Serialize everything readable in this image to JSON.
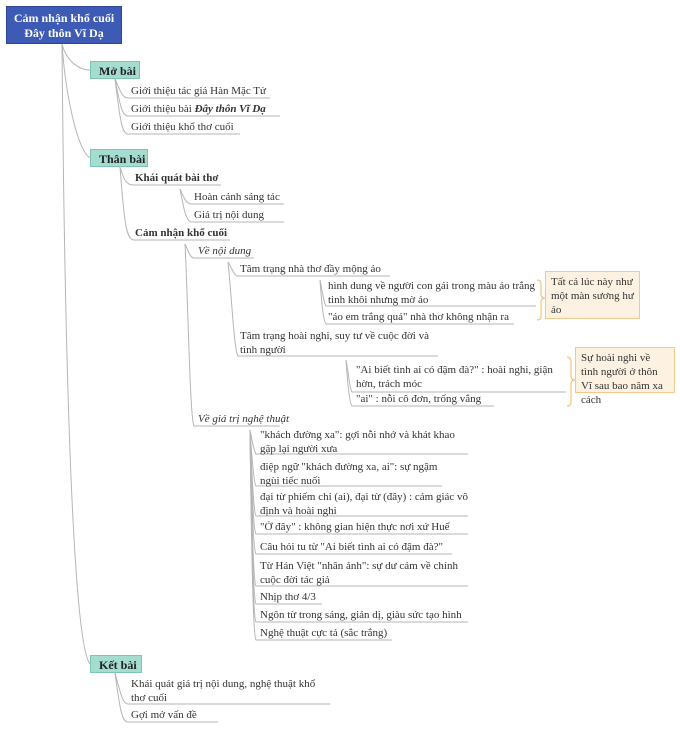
{
  "root": "Cảm nhận khổ cuối Đây thôn Vĩ Dạ",
  "mo_bai": {
    "label": "Mở bài",
    "items": [
      "Giới thiệu tác giả Hàn Mặc Tử",
      "Giới thiệu bài",
      "Giới thiệu khổ thơ cuối"
    ],
    "poem_title": "Đây thôn Vĩ Dạ"
  },
  "than_bai": {
    "label": "Thân bài",
    "khai_quat": {
      "label": "Khái quát bài thơ",
      "items": [
        "Hoàn cảnh sáng tác",
        "Giá trị nội dung"
      ]
    },
    "cam_nhan": {
      "label": "Cảm nhận khổ cuối",
      "noi_dung": {
        "label": "Về nội dung",
        "mong_ao": {
          "label": "Tâm trạng nhà thơ đầy mộng ảo",
          "items": [
            "hình dung về người con gái trong màu áo trắng tinh khôi nhưng mờ ảo",
            "\"áo em trắng quá\" nhà thơ không nhận ra"
          ],
          "note": "Tất cả lúc này như một màn sương hư ảo"
        },
        "hoai_nghi": {
          "label": "Tâm trạng hoài nghi, suy tư về cuộc đời và tình người",
          "items": [
            "\"Ai biết tình ai có đậm đà?\" : hoài nghi, giận hờn, trách móc",
            "\"ai\"  : nỗi cô đơn, trống vắng"
          ],
          "note": "Sự hoài nghi về tình người ở thôn Vĩ sau bao năm xa cách"
        }
      },
      "nghe_thuat": {
        "label": "Về giá trị nghệ thuật",
        "items": [
          "\"khách đường xa\": gợi nỗi nhớ và khát khao gặp lại người xưa",
          "điệp ngữ \"khách đường xa, ai\": sự ngậm ngùi tiếc nuối",
          "đại từ phiếm chỉ (ai), đại từ (đây) : cảm giác vô định và hoài nghi",
          "\"Ở đây\" : không gian hiện thực nơi xứ Huế",
          "Câu hỏi tu từ \"Ai biết tình ai có đậm đà?\"",
          "Từ Hán Việt \"nhân ảnh\": sự dư cảm về chính cuộc đời tác giả",
          "Nhịp thơ 4/3",
          "Ngôn từ trong sáng, giản dị, giàu sức tạo hình",
          "Nghệ thuật cực tả (sắc trắng)"
        ]
      }
    }
  },
  "ket_bai": {
    "label": "Kết bài",
    "items": [
      "Khái quát giá trị nội dung, nghệ thuật khổ thơ cuối",
      "Gợi mở vấn đề"
    ]
  },
  "colors": {
    "root": "#3d5bb5",
    "section": "#a4dccf",
    "callout": "#fdf2e2",
    "bracket": "#f0b860",
    "line": "#b5b5b5"
  }
}
